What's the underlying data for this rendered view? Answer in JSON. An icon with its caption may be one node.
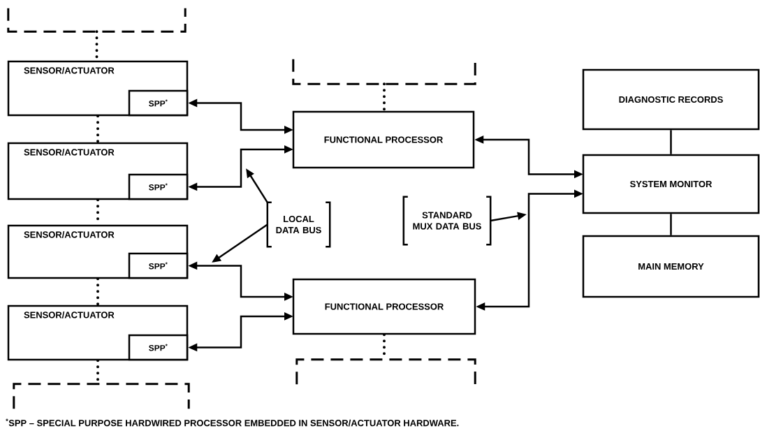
{
  "diagram": {
    "nodes": [
      {
        "text": [],
        "shape": "box"
      },
      {
        "text": [
          "SENSOR/ACTUATOR"
        ]
      },
      {
        "text": [
          "SPP$^{*}$"
        ],
        "in": 1
      },
      {
        "text": [
          "SENSOR/ACTUATOR"
        ]
      },
      {
        "text": [
          "SPP$^{*}$"
        ],
        "in": 3
      },
      {
        "text": [
          "SENSOR/ACTUATOR"
        ]
      },
      {
        "text": [
          "SPP$^{*}$"
        ],
        "in": 5
      },
      {
        "text": [
          "SENSOR/ACTUATOR"
        ]
      },
      {
        "text": [
          "SPP$^{*}$"
        ],
        "in": 7
      },
      {
        "text": [],
        "shape": "box"
      },
      {
        "text": [],
        "shape": "box"
      },
      {
        "text": [
          "FUNCTIONAL PROCESSOR"
        ]
      },
      {
        "text": [
          "FUNCTIONAL PROCESSOR"
        ]
      },
      {
        "text": [],
        "shape": "box"
      },
      {
        "text": [
          "DIAGNOSTIC RECORDS"
        ]
      },
      {
        "text": [
          "SYSTEM MONITOR"
        ]
      },
      {
        "text": [
          "MAIN MEMORY"
        ]
      },
      {
        "text": [
          "LOCAL DATA BUS"
        ]
      },
      {
        "text": [
          "STANDARD MUX DATA BUS"
        ]
      }
    ],
    "edges": [
      {
        "from": 0,
        "to": 1,
        "arrow": "none",
        "style": "dashed"
      },
      {
        "from": 1,
        "to": 3,
        "arrow": "none",
        "style": "dashed"
      },
      {
        "from": 3,
        "to": 5,
        "arrow": "none",
        "style": "dashed"
      },
      {
        "from": 5,
        "to": 7,
        "arrow": "none",
        "style": "dashed"
      },
      {
        "from": 7,
        "to": 9,
        "arrow": "none",
        "style": "dashed"
      },
      {
        "from": 10,
        "to": 11,
        "arrow": "none",
        "style": "dashed"
      },
      {
        "from": 12,
        "to": 13,
        "arrow": "none",
        "style": "dashed"
      },
      {
        "from": 2,
        "to": 11,
        "arrow": "both"
      },
      {
        "from": 4,
        "to": 11,
        "arrow": "both"
      },
      {
        "from": 6,
        "to": 12,
        "arrow": "both"
      },
      {
        "from": 8,
        "to": 12,
        "arrow": "both"
      },
      {
        "from": 11,
        "to": 15,
        "arrow": "both"
      },
      {
        "from": 12,
        "to": 15,
        "arrow": "both"
      },
      {
        "from": 14,
        "to": 15,
        "arrow": "none"
      },
      {
        "from": 15,
        "to": 16,
        "arrow": "none"
      },
      {
        "from": 17,
        "to": null,
        "arrow": "to"
      },
      {
        "from": 17,
        "to": null,
        "arrow": "to"
      },
      {
        "from": 18,
        "to": null,
        "arrow": "to"
      }
    ],
    "labels": [
      "$^{*}$SPP – SPECIAL PURPOSE HARDWIRED PROCESSOR EMBEDDED IN SENSOR/ACTUATOR HARDWARE."
    ]
  }
}
